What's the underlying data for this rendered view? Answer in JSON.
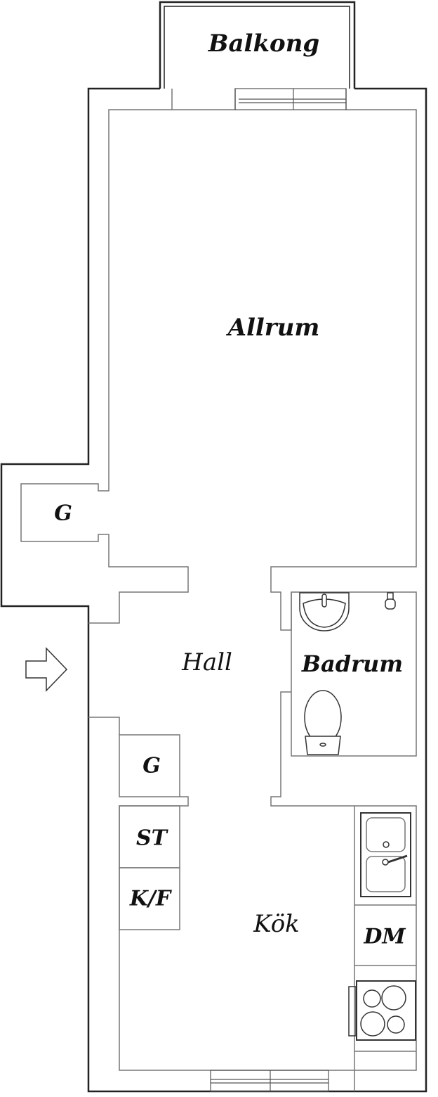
{
  "title": "Floor plan",
  "rooms": {
    "balkong": "Balkong",
    "allrum": "Allrum",
    "g_closet_left": "G",
    "hall": "Hall",
    "badrum": "Badrum",
    "g_closet_hall": "G",
    "st": "ST",
    "kf": "K/F",
    "kok": "Kök",
    "dm": "DM"
  },
  "colors": {
    "wall": "#222222",
    "inner": "#777777"
  }
}
